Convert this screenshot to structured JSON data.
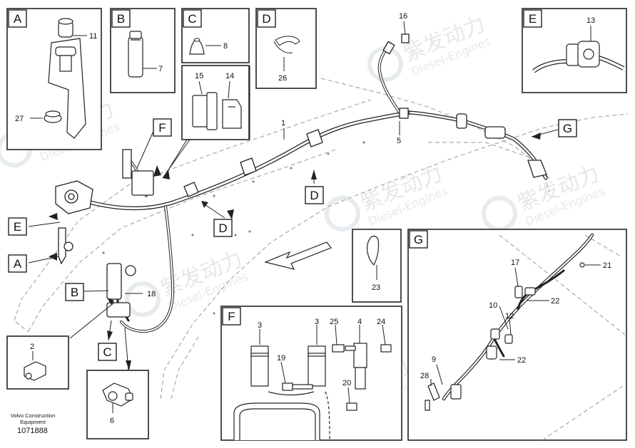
{
  "diagram": {
    "detail_letters": {
      "a": "A",
      "b": "B",
      "c": "C",
      "d": "D",
      "e": "E",
      "f": "F",
      "g": "G"
    },
    "callouts": {
      "p1": "1",
      "p2": "2",
      "p3": "3",
      "p4": "4",
      "p5": "5",
      "p6": "6",
      "p7": "7",
      "p8": "8",
      "p9": "9",
      "p10": "10",
      "p11": "11",
      "p12": "12",
      "p13": "13",
      "p14": "14",
      "p15": "15",
      "p16": "16",
      "p17": "17",
      "p18": "18",
      "p19": "19",
      "p20": "20",
      "p21": "21",
      "p22": "22",
      "p23": "23",
      "p24": "24",
      "p25": "25",
      "p26": "26",
      "p27": "27",
      "p28": "28"
    }
  },
  "watermark": {
    "brand_cn": "紫发动力",
    "brand_en": "Diesel-Engines"
  },
  "footer": {
    "line1": "Volvo Construction",
    "line2": "Equipment",
    "part_number": "1071888"
  }
}
